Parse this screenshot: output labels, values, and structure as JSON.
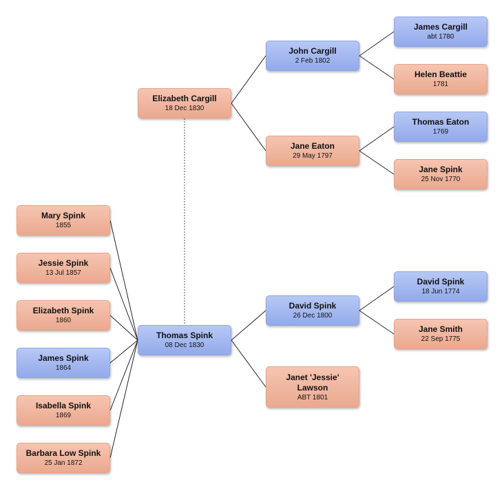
{
  "people": {
    "elizabeth_cargill": {
      "name": "Elizabeth Cargill",
      "date": "18 Dec 1830",
      "sex": "female"
    },
    "thomas_spink": {
      "name": "Thomas Spink",
      "date": "08 Dec 1830",
      "sex": "male"
    },
    "john_cargill": {
      "name": "John Cargill",
      "date": "2 Feb 1802",
      "sex": "male"
    },
    "jane_eaton": {
      "name": "Jane Eaton",
      "date": "29 May 1797",
      "sex": "female"
    },
    "james_cargill": {
      "name": "James Cargill",
      "date": "abt 1780",
      "sex": "male"
    },
    "helen_beattie": {
      "name": "Helen Beattie",
      "date": "1781",
      "sex": "female"
    },
    "thomas_eaton": {
      "name": "Thomas Eaton",
      "date": "1769",
      "sex": "male"
    },
    "jane_spink": {
      "name": "Jane Spink",
      "date": "25 Nov 1770",
      "sex": "female"
    },
    "david_spink_1800": {
      "name": "David Spink",
      "date": "26 Dec 1800",
      "sex": "male"
    },
    "janet_lawson": {
      "name": "Janet 'Jessie' Lawson",
      "date": "ABT 1801",
      "sex": "female"
    },
    "david_spink_1774": {
      "name": "David Spink",
      "date": "18 Jun 1774",
      "sex": "male"
    },
    "jane_smith": {
      "name": "Jane Smith",
      "date": "22 Sep 1775",
      "sex": "female"
    },
    "mary_spink": {
      "name": "Mary Spink",
      "date": "1855",
      "sex": "female"
    },
    "jessie_spink": {
      "name": "Jessie Spink",
      "date": "13 Jul 1857",
      "sex": "female"
    },
    "elizabeth_spink": {
      "name": "Elizabeth Spink",
      "date": "1860",
      "sex": "female"
    },
    "james_spink": {
      "name": "James Spink",
      "date": "1864",
      "sex": "male"
    },
    "isabella_spink": {
      "name": "Isabella Spink",
      "date": "1869",
      "sex": "female"
    },
    "barbara_low_spink": {
      "name": "Barbara Low Spink",
      "date": "25 Jan 1872",
      "sex": "female"
    }
  },
  "parent_links": [
    [
      "elizabeth_cargill",
      "john_cargill"
    ],
    [
      "elizabeth_cargill",
      "jane_eaton"
    ],
    [
      "john_cargill",
      "james_cargill"
    ],
    [
      "john_cargill",
      "helen_beattie"
    ],
    [
      "jane_eaton",
      "thomas_eaton"
    ],
    [
      "jane_eaton",
      "jane_spink"
    ],
    [
      "thomas_spink",
      "david_spink_1800"
    ],
    [
      "thomas_spink",
      "janet_lawson"
    ],
    [
      "david_spink_1800",
      "david_spink_1774"
    ],
    [
      "david_spink_1800",
      "jane_smith"
    ]
  ],
  "child_links": [
    [
      "thomas_spink",
      "mary_spink"
    ],
    [
      "thomas_spink",
      "jessie_spink"
    ],
    [
      "thomas_spink",
      "elizabeth_spink"
    ],
    [
      "thomas_spink",
      "james_spink"
    ],
    [
      "thomas_spink",
      "isabella_spink"
    ],
    [
      "thomas_spink",
      "barbara_low_spink"
    ]
  ],
  "spouse_links": [
    [
      "elizabeth_cargill",
      "thomas_spink"
    ]
  ],
  "colors": {
    "female": "#eaa98f",
    "male": "#93aaea",
    "line": "#222222",
    "spouse_line": "#888888"
  }
}
